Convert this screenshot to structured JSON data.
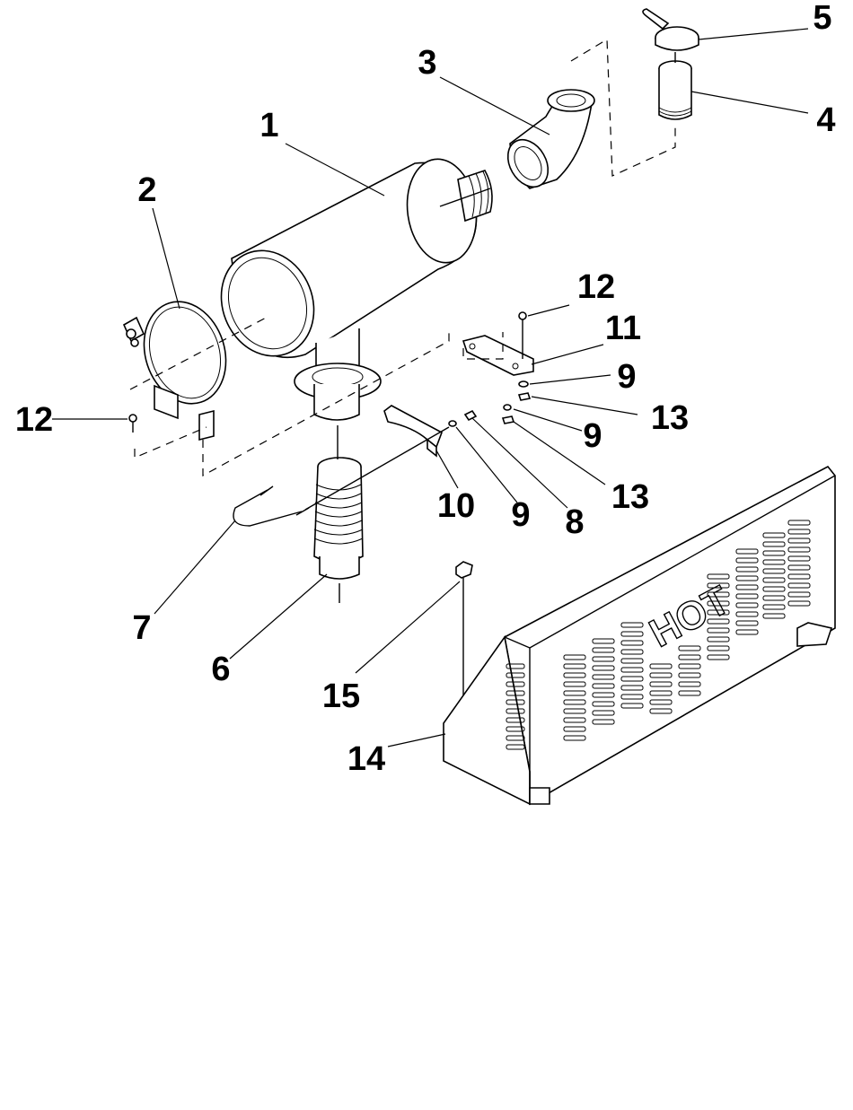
{
  "diagram": {
    "callouts": [
      {
        "id": "c1",
        "label": "1"
      },
      {
        "id": "c2",
        "label": "2"
      },
      {
        "id": "c3",
        "label": "3"
      },
      {
        "id": "c4",
        "label": "4"
      },
      {
        "id": "c5",
        "label": "5"
      },
      {
        "id": "c6",
        "label": "6"
      },
      {
        "id": "c7",
        "label": "7"
      },
      {
        "id": "c8",
        "label": "8"
      },
      {
        "id": "c9a",
        "label": "9"
      },
      {
        "id": "c9b",
        "label": "9"
      },
      {
        "id": "c9c",
        "label": "9"
      },
      {
        "id": "c10",
        "label": "10"
      },
      {
        "id": "c11",
        "label": "11"
      },
      {
        "id": "c12a",
        "label": "12"
      },
      {
        "id": "c12b",
        "label": "12"
      },
      {
        "id": "c13a",
        "label": "13"
      },
      {
        "id": "c13b",
        "label": "13"
      },
      {
        "id": "c14",
        "label": "14"
      },
      {
        "id": "c15",
        "label": "15"
      }
    ],
    "heat_shield_stamp": "HOT"
  }
}
